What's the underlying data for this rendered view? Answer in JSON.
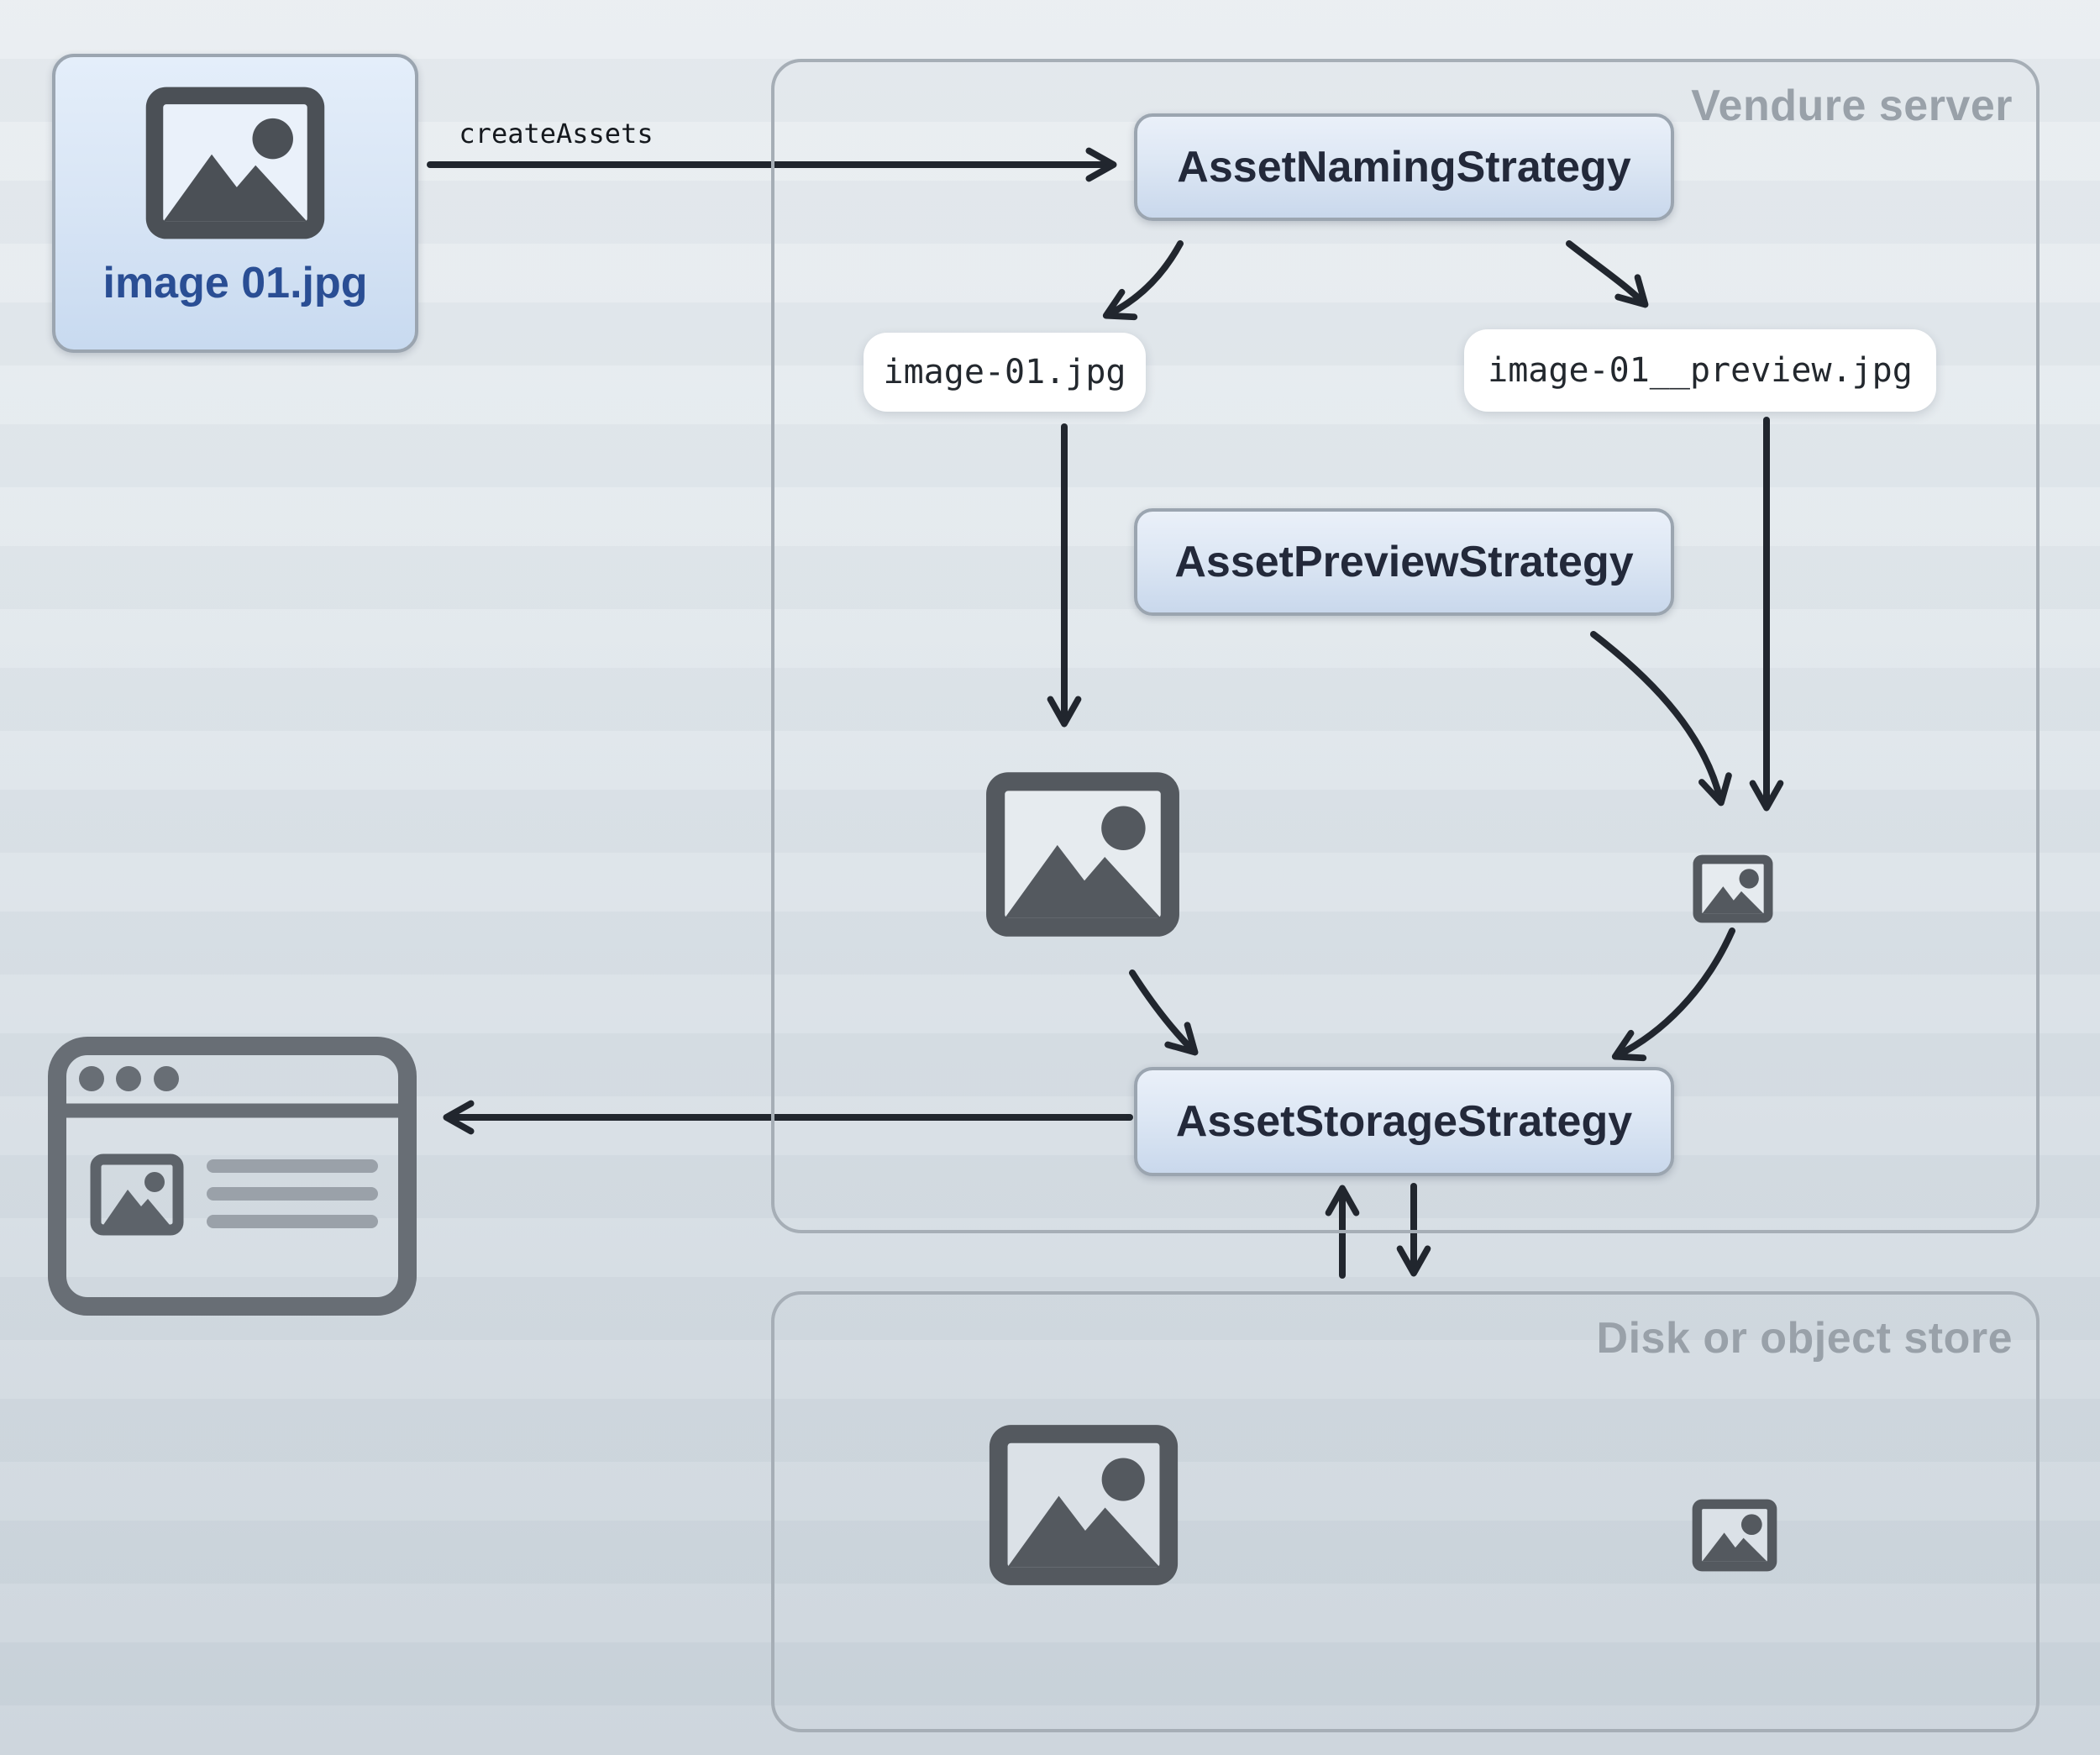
{
  "source_file": {
    "label": "image 01.jpg"
  },
  "flow": {
    "create_assets_label": "createAssets"
  },
  "vendure_server": {
    "title": "Vendure server",
    "naming_strategy_label": "AssetNamingStrategy",
    "preview_strategy_label": "AssetPreviewStrategy",
    "storage_strategy_label": "AssetStorageStrategy",
    "source_filename": "image-01.jpg",
    "preview_filename": "image-01__preview.jpg"
  },
  "disk_store": {
    "title": "Disk or object store"
  },
  "icons": {
    "source_image_icon": "framed-photo-glyph",
    "asset_image_large_icon": "framed-photo-glyph",
    "asset_image_small_icon": "framed-photo-glyph",
    "stored_image_large_icon": "framed-photo-glyph",
    "stored_image_small_icon": "framed-photo-glyph",
    "browser_window_icon": "browser-window-with-article-glyph"
  },
  "colors": {
    "background_top": "#eaeef2",
    "background_bottom": "#ccd5dc",
    "node_gradient_top": "#eaf0f9",
    "node_gradient_bottom": "#c9d8ec",
    "node_border": "#9ba5b0",
    "node_text": "#23293a",
    "container_border": "#a6aeb6",
    "container_title_text": "#99a1a9",
    "source_label_text": "#2a4e94",
    "pill_background": "#ffffff",
    "pill_text": "#23282e",
    "arrow_stroke": "#21262e",
    "dark_icon": "#54595f",
    "browser_icon": "#686e75",
    "browser_icon_light_lines": "#9aa1a9"
  }
}
